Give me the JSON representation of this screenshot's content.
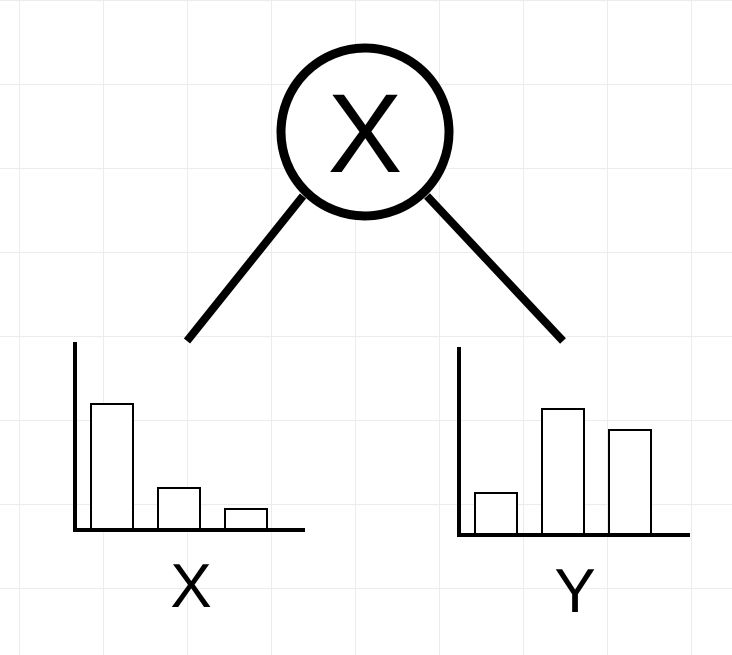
{
  "diagram": {
    "root": {
      "label": "X"
    },
    "charts": [
      {
        "label": "X",
        "values": [
          6,
          2,
          1
        ]
      },
      {
        "label": "Y",
        "values": [
          2,
          6,
          5
        ]
      }
    ]
  }
}
